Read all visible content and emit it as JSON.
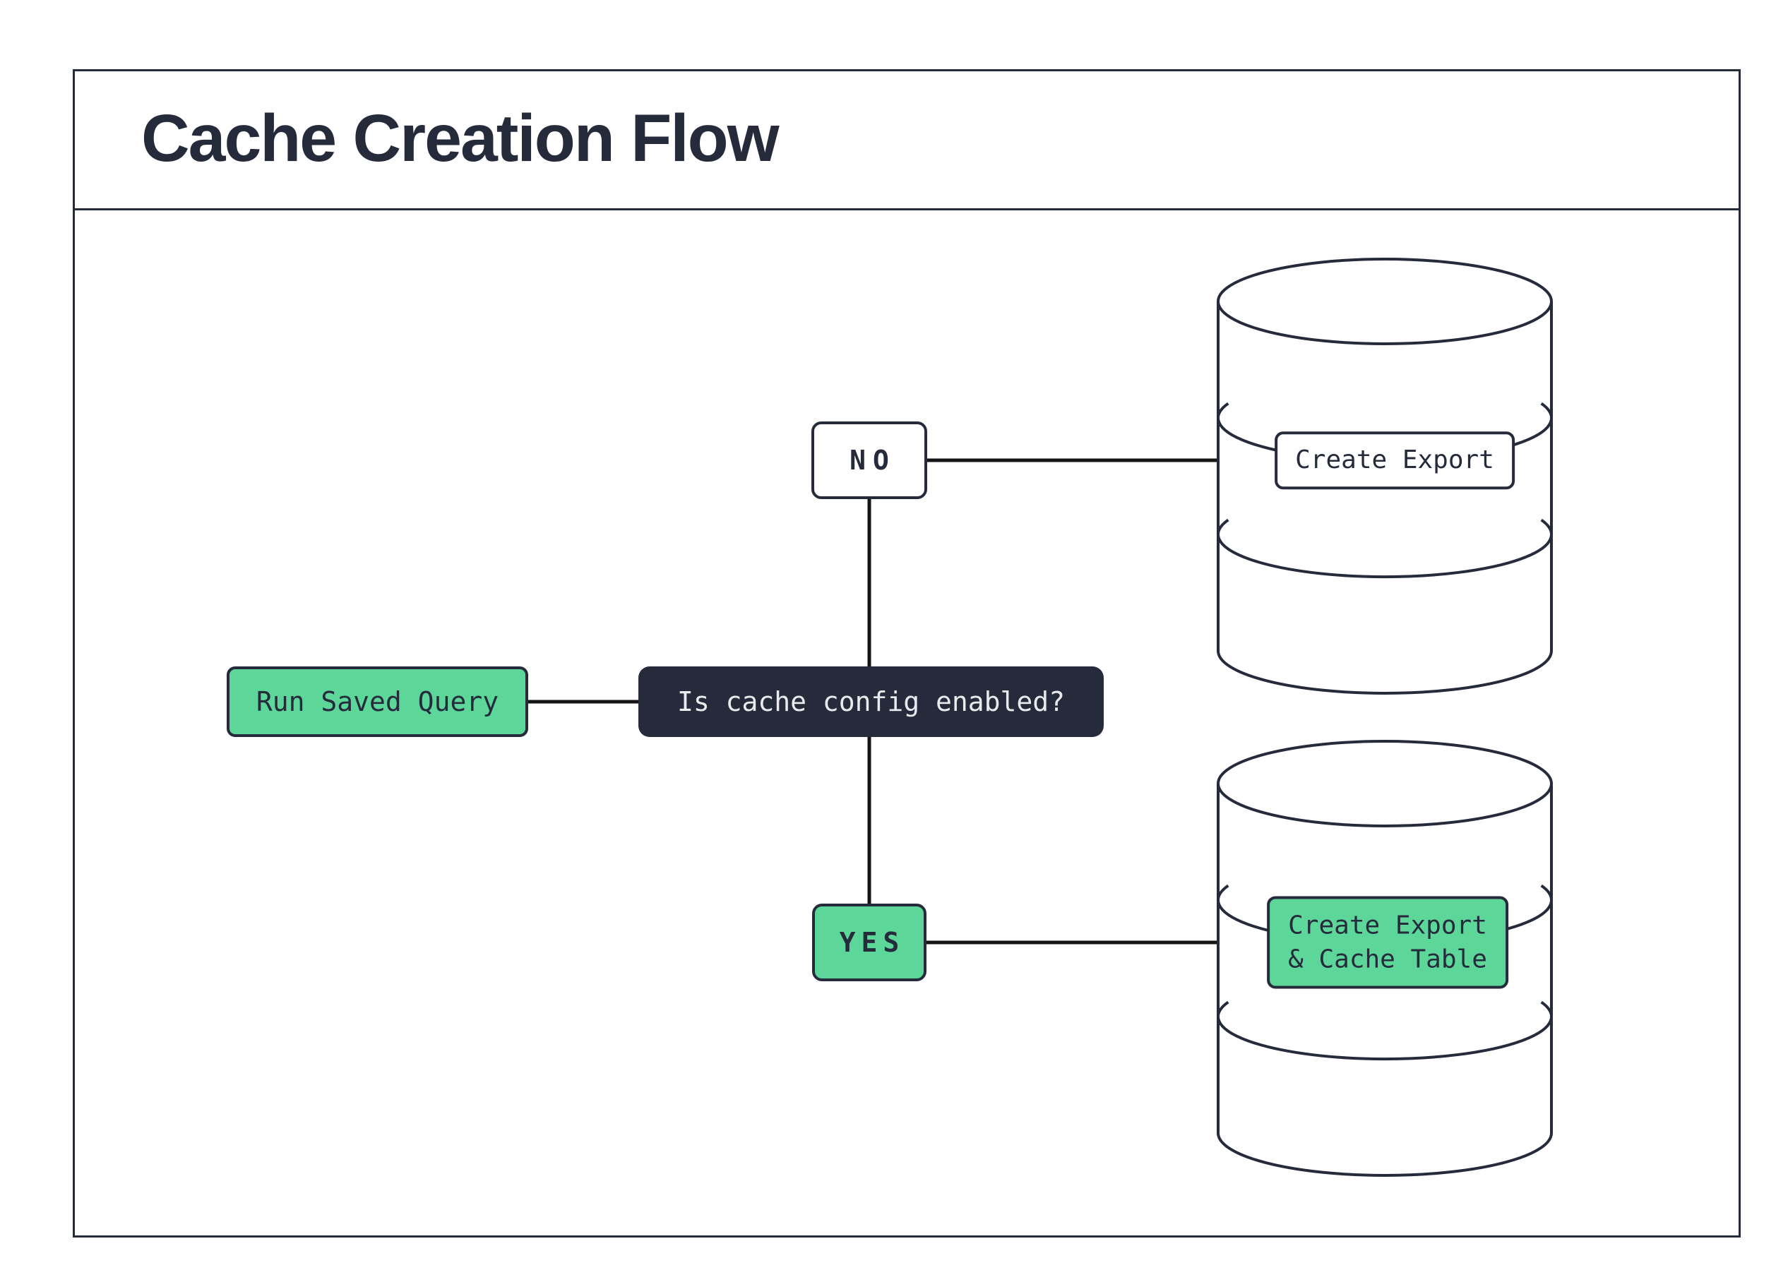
{
  "title": "Cache Creation Flow",
  "colors": {
    "navy": "#262b3c",
    "green": "#5dd69a",
    "connector": "#141414",
    "node_dark_text": "#e9eaec",
    "background": "#ffffff"
  },
  "icons": {
    "top_database": "database-cylinder-icon",
    "bottom_database": "database-cylinder-icon"
  },
  "nodes": {
    "run_saved_query": {
      "label": "Run Saved Query"
    },
    "decision": {
      "label": "Is cache config enabled?"
    },
    "branch_no": {
      "label": "NO"
    },
    "branch_yes": {
      "label": "YES"
    },
    "db_export": {
      "label": "Create Export"
    },
    "db_export_cache": {
      "label_line1": "Create Export",
      "label_line2": "& Cache Table"
    }
  }
}
